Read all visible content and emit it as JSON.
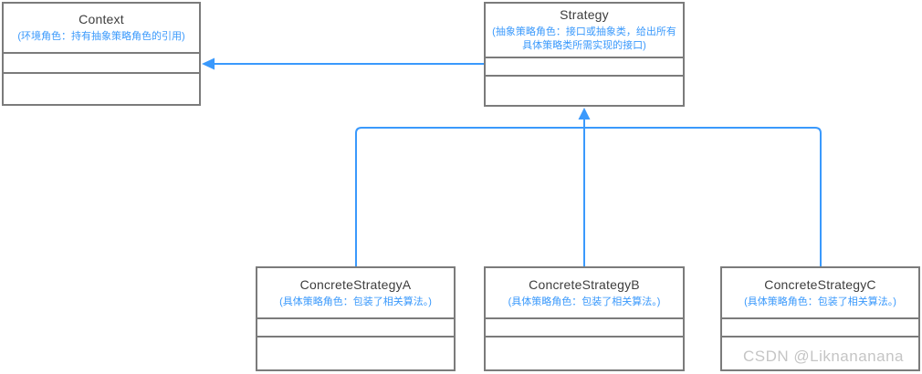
{
  "diagram": {
    "kind": "uml-class-diagram",
    "pattern": "Strategy",
    "classes": [
      {
        "id": "context",
        "name": "Context",
        "note": "(环境角色：持有抽象策略角色的引用)"
      },
      {
        "id": "strategy",
        "name": "Strategy",
        "note": "(抽象策略角色：接口或抽象类，给出所有具体策略类所需实现的接口)"
      },
      {
        "id": "concrete-strategy-a",
        "name": "ConcreteStrategyA",
        "note": "(具体策略角色：包装了相关算法。)"
      },
      {
        "id": "concrete-strategy-b",
        "name": "ConcreteStrategyB",
        "note": "(具体策略角色：包装了相关算法。)"
      },
      {
        "id": "concrete-strategy-c",
        "name": "ConcreteStrategyC",
        "note": "(具体策略角色：包装了相关算法。)"
      }
    ],
    "relations": [
      {
        "type": "association",
        "from": "Strategy",
        "to": "Context"
      },
      {
        "type": "generalization",
        "from": "ConcreteStrategyA",
        "to": "Strategy"
      },
      {
        "type": "generalization",
        "from": "ConcreteStrategyB",
        "to": "Strategy"
      },
      {
        "type": "generalization",
        "from": "ConcreteStrategyC",
        "to": "Strategy"
      }
    ]
  },
  "watermark": "CSDN @Liknananana",
  "colors": {
    "accent": "#3a99fc",
    "border": "#7b7b7b",
    "name": "#3d3d3d",
    "note": "#3a99fc",
    "watermark": "#c5c5c5",
    "bg": "#ffffff"
  }
}
